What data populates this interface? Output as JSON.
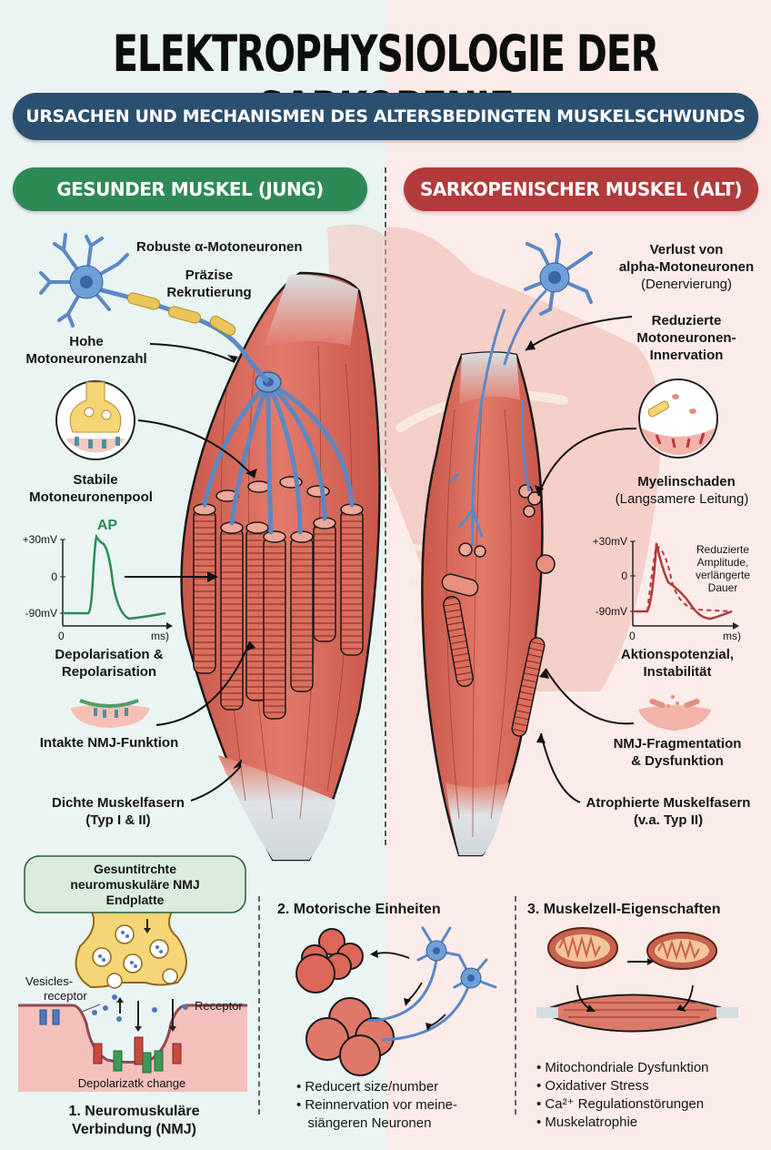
{
  "header": {
    "title": "ELEKTROPHYSIOLOGIE DER SARKOPENIE",
    "subtitle": "URSACHEN UND MECHANISMEN DES ALTERSBEDINGTEN MUSKELSCHWUNDS"
  },
  "colors": {
    "healthy_accent": "#2e8a55",
    "sarcopenic_accent": "#b23a3a",
    "subtitle_bg": "#2b4f6e",
    "neuron_blue": "#6e9fd6",
    "muscle_red": "#d9685a",
    "left_background": "#e9f4f3",
    "right_background": "#fbecea"
  },
  "healthy": {
    "heading": "GESUNDER MUSKEL (JUNG)",
    "labels": {
      "robust_neurons": "Robuste α-Motoneuronen",
      "precise_recruitment_1": "Präzise",
      "precise_recruitment_2": "Rekrutierung",
      "high_count_1": "Hohe",
      "high_count_2": "Motoneuronenzahl",
      "stable_pool_1": "Stabile",
      "stable_pool_2": "Motoneuronenpool",
      "depol_1": "Depolarisation &",
      "depol_2": "Repolarisation",
      "nmj": "Intakte NMJ-Funktion",
      "dense_fibers_1": "Dichte Muskelfasern",
      "dense_fibers_2": "(Typ I & II)"
    },
    "ap_chart": {
      "peak_label": "AP",
      "y_top": "+30mV",
      "y_mid": "0",
      "y_bottom": "-90mV",
      "x_start": "0",
      "x_end": "ms)"
    }
  },
  "sarcopenic": {
    "heading": "SARKOPENISCHER MUSKEL (ALT)",
    "labels": {
      "loss_1": "Verlust von",
      "loss_2": "alpha-Motoneuronen",
      "loss_3": "(Denervierung)",
      "reduced_1": "Reduzierte",
      "reduced_2": "Motoneuronen-",
      "reduced_3": "Innervation",
      "myelin_1": "Myelinschaden",
      "myelin_2": "(Langsamere Leitung)",
      "ap_1": "Aktionspotenzial,",
      "ap_2": "Instabilität",
      "nmj_1": "NMJ-Fragmentation",
      "nmj_2": "& Dysfunktion",
      "atrophy_1": "Atrophierte Muskelfasern",
      "atrophy_2": "(v.a. Typ II)"
    },
    "ap_chart": {
      "note_1": "Reduzierte",
      "note_2": "Amplitude,",
      "note_3": "verlängerte",
      "note_4": "Dauer",
      "y_top": "+30mV",
      "y_mid": "0",
      "y_bottom": "-90mV",
      "x_start": "0",
      "x_end": "ms)"
    }
  },
  "panels": {
    "nmj": {
      "box_1": "Gesuntitrchte",
      "box_2": "neuromuskuläre NMJ",
      "box_3": "Endplatte",
      "vesicles_1": "Vesicles-",
      "vesicles_2": "receptor",
      "receptor": "Receptor",
      "depol": "Depolarizatk change",
      "title_1": "1. Neuromuskuläre",
      "title_2": "Verbindung (NMJ)"
    },
    "motor_units": {
      "title": "2. Motorische Einheiten",
      "bullets": [
        "Reducert size/number",
        "Reinnervation vor meine-",
        "siängeren Neuronen"
      ]
    },
    "muscle_cell": {
      "title": "3. Muskelzell-Eigenschaften",
      "bullets": [
        "Mitochondriale Dysfunktion",
        "Oxidativer Stress",
        "Ca²⁺ Regulationstörungen",
        "Muskelatrophie"
      ]
    }
  }
}
